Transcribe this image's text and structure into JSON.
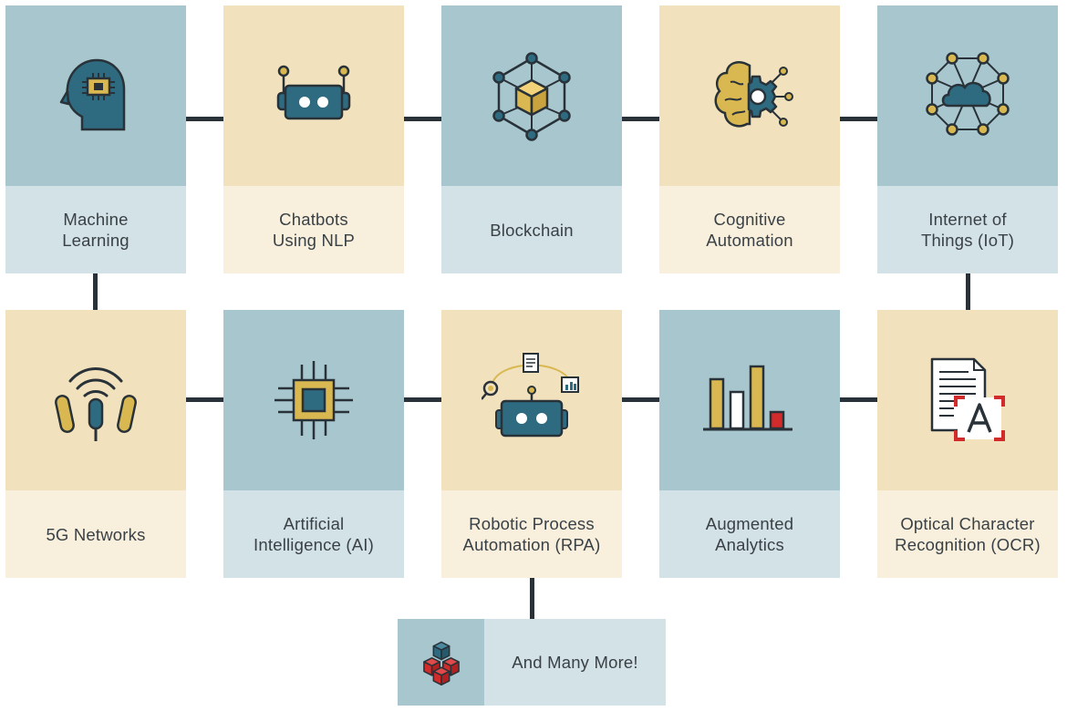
{
  "colors": {
    "teal": "#2e6a80",
    "gold": "#d9b851",
    "red": "#d22b2b",
    "dark": "#283238",
    "blue_top": "#a8c6ce",
    "blue_bottom": "#d3e2e6",
    "tan_top": "#f1e1bd",
    "tan_bottom": "#f8f0dc"
  },
  "row1": [
    {
      "label": "Machine\nLearning",
      "icon": "brain-chip-head-icon"
    },
    {
      "label": "Chatbots\nUsing NLP",
      "icon": "chatbot-robot-icon"
    },
    {
      "label": "Blockchain",
      "icon": "blockchain-cube-icon"
    },
    {
      "label": "Cognitive\nAutomation",
      "icon": "brain-gear-icon"
    },
    {
      "label": "Internet of\nThings (IoT)",
      "icon": "cloud-network-icon"
    }
  ],
  "row2": [
    {
      "label": "5G Networks",
      "icon": "5g-antenna-icon"
    },
    {
      "label": "Artificial\nIntelligence (AI)",
      "icon": "processor-chip-icon"
    },
    {
      "label": "Robotic Process\nAutomation (RPA)",
      "icon": "rpa-robot-icon"
    },
    {
      "label": "Augmented\nAnalytics",
      "icon": "bar-chart-icon"
    },
    {
      "label": "Optical Character\nRecognition (OCR)",
      "icon": "ocr-document-icon"
    }
  ],
  "more": {
    "label": "And Many More!",
    "icon": "stacked-blocks-icon"
  }
}
